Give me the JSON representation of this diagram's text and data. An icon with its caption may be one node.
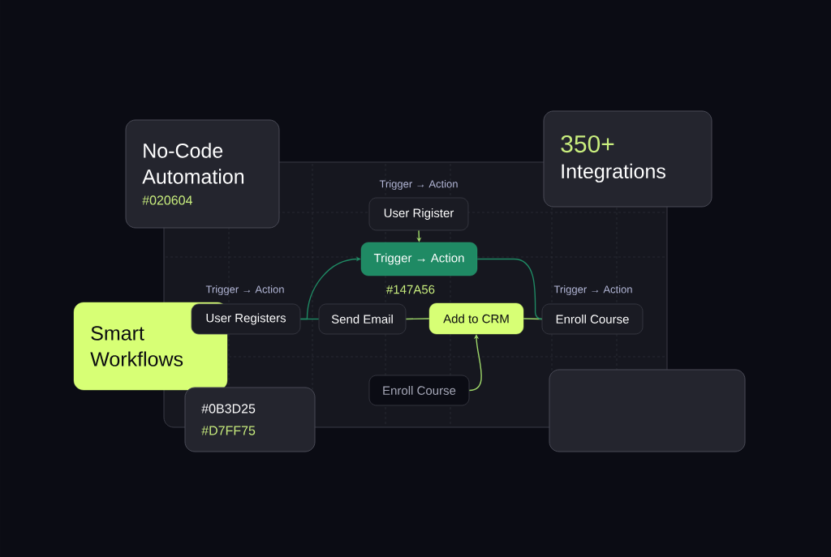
{
  "diagram": {
    "nodes": [
      {
        "text": [],
        "shape": "box"
      },
      {
        "text": [
          "No-Code Automation",
          "#020604"
        ]
      },
      {
        "text": [
          "350+",
          "Integrations"
        ]
      },
      {
        "text": [
          "Smart Workflows"
        ]
      },
      {
        "text": [
          "#0B3D25",
          "#D7FF75"
        ]
      },
      {
        "text": [],
        "shape": "box"
      },
      {
        "text": [
          "User Rigister"
        ],
        "in": 0,
        "beside": [
          "Trigger → Action"
        ]
      },
      {
        "text": [
          "Trigger → Action"
        ],
        "in": 0,
        "beside": [
          "#147A56"
        ]
      },
      {
        "text": [
          "User Registers"
        ],
        "in": 0,
        "beside": [
          "Trigger → Action"
        ]
      },
      {
        "text": [
          "Send Email"
        ],
        "in": 0
      },
      {
        "text": [
          "Add to CRM"
        ],
        "in": 0
      },
      {
        "text": [
          "Enroll Course"
        ],
        "in": 0,
        "beside": [
          "Trigger → Action"
        ]
      },
      {
        "text": [
          "Enroll Course"
        ],
        "in": 0
      }
    ],
    "edges": [
      {
        "from": 6,
        "to": 7,
        "arrow": "to"
      },
      {
        "from": 8,
        "to": 7,
        "arrow": "to",
        "color": "#1f8a64"
      },
      {
        "from": 8,
        "to": 9,
        "arrow": "none",
        "color": "#1f8a64"
      },
      {
        "from": 9,
        "to": 10,
        "arrow": "none"
      },
      {
        "from": 10,
        "to": 11,
        "arrow": "none"
      },
      {
        "from": 7,
        "to": 11,
        "arrow": "none",
        "color": "#1f8a64"
      },
      {
        "from": 12,
        "to": 10,
        "arrow": "to"
      }
    ]
  }
}
